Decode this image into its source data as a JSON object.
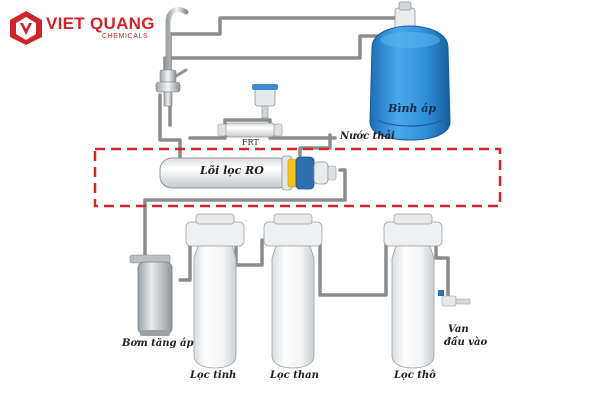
{
  "brand": {
    "name": "VIET QUANG",
    "subtitle": "CHEMICALS"
  },
  "labels": {
    "tank": "Bình áp",
    "waste_water": "Nước thải",
    "flow_restrictor": "FRT",
    "ro_membrane": "Lõi lọc RO",
    "booster_pump": "Bơm tăng áp",
    "fine_filter": "Lọc tinh",
    "carbon_filter": "Lọc than",
    "coarse_filter": "Lọc thô",
    "inlet_valve_line1": "Van",
    "inlet_valve_line2": "đầu vào"
  },
  "colors": {
    "brand_red": "#d1232a",
    "highlight_dash": "#d8232a",
    "tank_blue": "#2f8fd6",
    "pipe": "#8c8c8c",
    "housing": "#f2f4f5"
  }
}
